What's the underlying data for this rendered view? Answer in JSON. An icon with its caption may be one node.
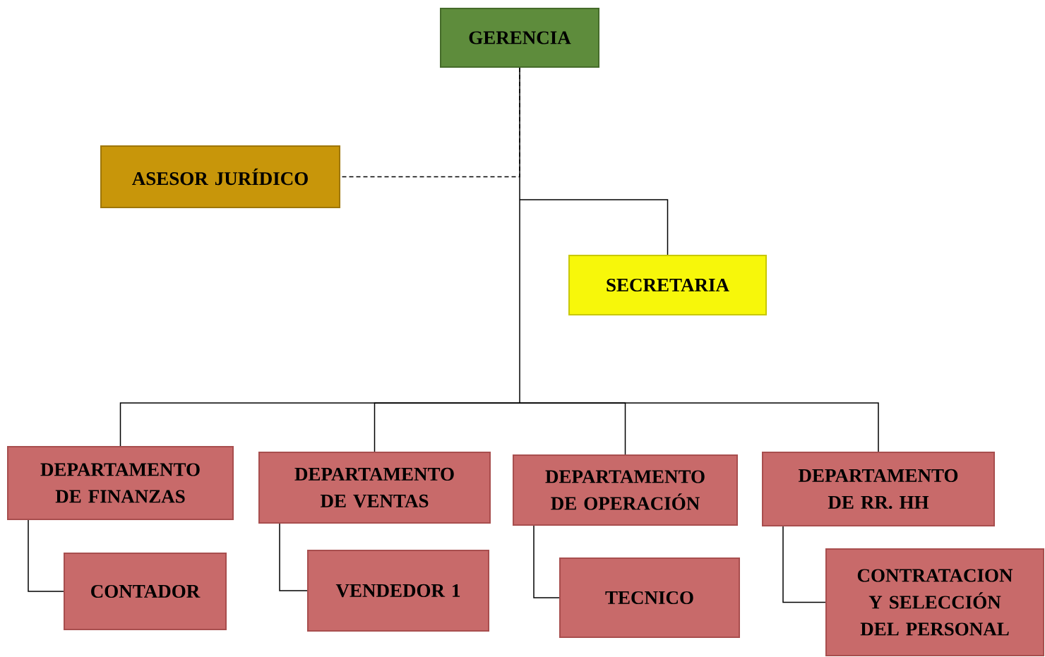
{
  "diagram": {
    "nodes": [
      {
        "text": [
          "GERENCIA"
        ]
      },
      {
        "text": [
          "ASESOR JURÍDICO"
        ]
      },
      {
        "text": [
          "SECRETARIA"
        ]
      },
      {
        "text": [
          "DEPARTAMENTO DE FINANZAS"
        ]
      },
      {
        "text": [
          "DEPARTAMENTO DE VENTAS"
        ]
      },
      {
        "text": [
          "DEPARTAMENTO DE OPERACIÓN"
        ]
      },
      {
        "text": [
          "DEPARTAMENTO DE RR. HH"
        ]
      },
      {
        "text": [
          "CONTADOR"
        ]
      },
      {
        "text": [
          "VENDEDOR 1"
        ]
      },
      {
        "text": [
          "TECNICO"
        ]
      },
      {
        "text": [
          "CONTRATACION Y SELECCIÓN DEL PERSONAL"
        ]
      }
    ],
    "edges": [
      {
        "from": 0,
        "to": 1,
        "arrow": "none",
        "style": "dashed"
      },
      {
        "from": 0,
        "to": 2,
        "arrow": "none"
      },
      {
        "from": 0,
        "to": 3,
        "arrow": "none"
      },
      {
        "from": 0,
        "to": 4,
        "arrow": "none"
      },
      {
        "from": 0,
        "to": 5,
        "arrow": "none"
      },
      {
        "from": 0,
        "to": 6,
        "arrow": "none"
      },
      {
        "from": 3,
        "to": 7,
        "arrow": "none"
      },
      {
        "from": 4,
        "to": 8,
        "arrow": "none"
      },
      {
        "from": 5,
        "to": 9,
        "arrow": "none"
      },
      {
        "from": 6,
        "to": 10,
        "arrow": "none"
      }
    ]
  }
}
